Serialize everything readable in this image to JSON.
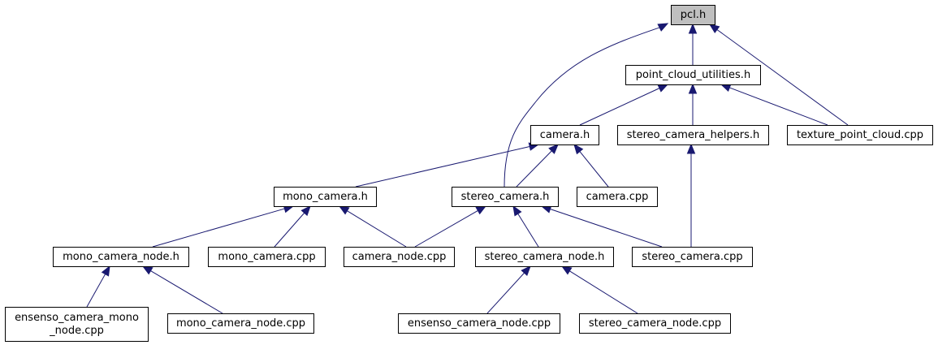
{
  "colors": {
    "edge": "#191970",
    "node_fill": "#ffffff",
    "highlight_fill": "#bfbfbf",
    "border": "#000000"
  },
  "nodes": [
    {
      "id": "pcl_h",
      "lines": [
        "pcl.h"
      ],
      "highlight": true
    },
    {
      "id": "point_cloud_utilities_h",
      "lines": [
        "point_cloud_utilities.h"
      ]
    },
    {
      "id": "camera_h",
      "lines": [
        "camera.h"
      ]
    },
    {
      "id": "stereo_camera_helpers_h",
      "lines": [
        "stereo_camera_helpers.h"
      ]
    },
    {
      "id": "texture_point_cloud_cpp",
      "lines": [
        "texture_point_cloud.cpp"
      ]
    },
    {
      "id": "mono_camera_h",
      "lines": [
        "mono_camera.h"
      ]
    },
    {
      "id": "stereo_camera_h",
      "lines": [
        "stereo_camera.h"
      ]
    },
    {
      "id": "camera_cpp",
      "lines": [
        "camera.cpp"
      ]
    },
    {
      "id": "mono_camera_node_h",
      "lines": [
        "mono_camera_node.h"
      ]
    },
    {
      "id": "mono_camera_cpp",
      "lines": [
        "mono_camera.cpp"
      ]
    },
    {
      "id": "camera_node_cpp",
      "lines": [
        "camera_node.cpp"
      ]
    },
    {
      "id": "stereo_camera_node_h",
      "lines": [
        "stereo_camera_node.h"
      ]
    },
    {
      "id": "stereo_camera_cpp",
      "lines": [
        "stereo_camera.cpp"
      ]
    },
    {
      "id": "ensenso_camera_mono_node_cpp",
      "lines": [
        "ensenso_camera_mono",
        "_node.cpp"
      ]
    },
    {
      "id": "mono_camera_node_cpp",
      "lines": [
        "mono_camera_node.cpp"
      ]
    },
    {
      "id": "ensenso_camera_node_cpp",
      "lines": [
        "ensenso_camera_node.cpp"
      ]
    },
    {
      "id": "stereo_camera_node_cpp",
      "lines": [
        "stereo_camera_node.cpp"
      ]
    }
  ],
  "edges": [
    {
      "from": "point_cloud_utilities_h",
      "to": "pcl_h"
    },
    {
      "from": "stereo_camera_h",
      "to": "pcl_h"
    },
    {
      "from": "texture_point_cloud_cpp",
      "to": "pcl_h"
    },
    {
      "from": "camera_h",
      "to": "point_cloud_utilities_h"
    },
    {
      "from": "stereo_camera_helpers_h",
      "to": "point_cloud_utilities_h"
    },
    {
      "from": "texture_point_cloud_cpp",
      "to": "point_cloud_utilities_h"
    },
    {
      "from": "mono_camera_h",
      "to": "camera_h"
    },
    {
      "from": "stereo_camera_h",
      "to": "camera_h"
    },
    {
      "from": "camera_cpp",
      "to": "camera_h"
    },
    {
      "from": "stereo_camera_cpp",
      "to": "stereo_camera_helpers_h"
    },
    {
      "from": "mono_camera_node_h",
      "to": "mono_camera_h"
    },
    {
      "from": "mono_camera_cpp",
      "to": "mono_camera_h"
    },
    {
      "from": "camera_node_cpp",
      "to": "mono_camera_h"
    },
    {
      "from": "camera_node_cpp",
      "to": "stereo_camera_h"
    },
    {
      "from": "stereo_camera_node_h",
      "to": "stereo_camera_h"
    },
    {
      "from": "stereo_camera_cpp",
      "to": "stereo_camera_h"
    },
    {
      "from": "ensenso_camera_mono_node_cpp",
      "to": "mono_camera_node_h"
    },
    {
      "from": "mono_camera_node_cpp",
      "to": "mono_camera_node_h"
    },
    {
      "from": "ensenso_camera_node_cpp",
      "to": "stereo_camera_node_h"
    },
    {
      "from": "stereo_camera_node_cpp",
      "to": "stereo_camera_node_h"
    }
  ]
}
